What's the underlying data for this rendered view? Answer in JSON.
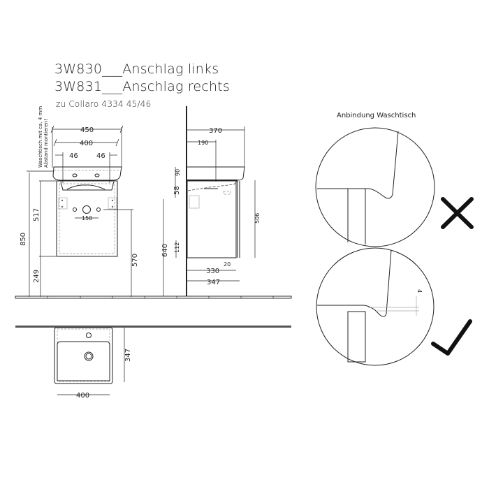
{
  "header": {
    "line1": "3W830___Anschlag links",
    "line2": "3W831___Anschlag rechts",
    "line3": "zu Collaro 4334 45/46"
  },
  "front_view": {
    "note_line1": "Waschtisch mit ca. 4 mm",
    "note_line2": "Abstand montieren!",
    "dims": {
      "overall_width": "450",
      "inner_width": "400",
      "left_offset": "46",
      "right_offset": "46",
      "cabinet_height": "517",
      "total_height": "850",
      "floor_gap": "249",
      "drain_height": "570",
      "drain_spacing": "150"
    }
  },
  "side_view": {
    "dims": {
      "basin_depth": "370",
      "tap_offset": "190",
      "basin_height": "90",
      "gap": "58",
      "mount_height": "640",
      "lower_offset": "112",
      "cabinet_height": "506",
      "front_gap": "20",
      "body_depth": "330",
      "total_depth": "347"
    }
  },
  "plan_view": {
    "dims": {
      "width": "400",
      "depth": "347"
    }
  },
  "detail": {
    "title": "Anbindung Waschtisch",
    "gap_label": "4",
    "wrong_icon": "cross-icon",
    "right_icon": "checkmark-icon"
  }
}
